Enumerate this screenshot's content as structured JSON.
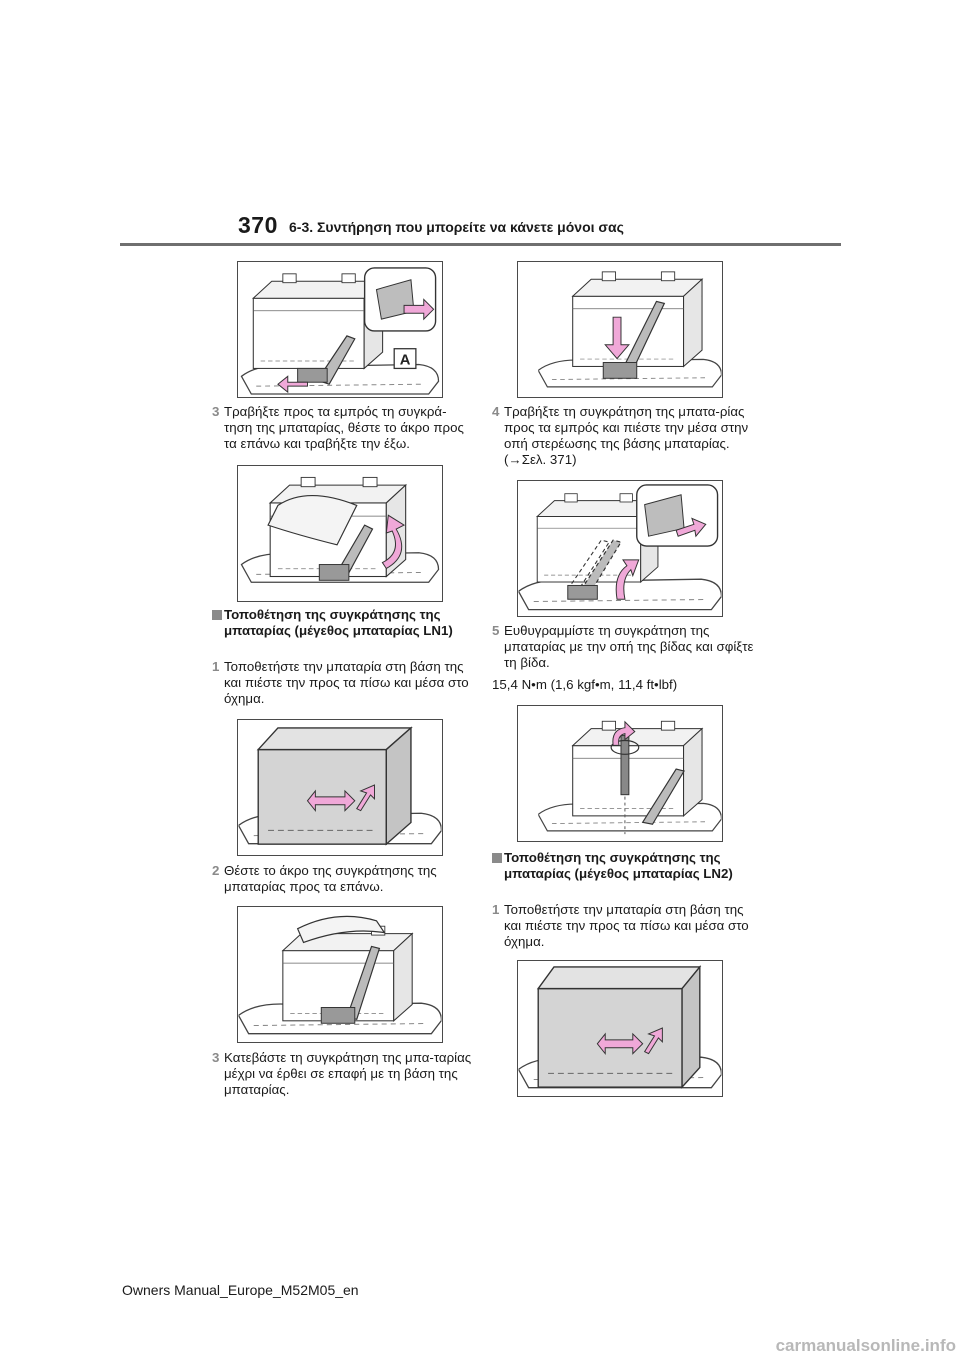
{
  "header": {
    "page_number": "370",
    "section_title": "6-3. Συντήρηση που μπορείτε να κάνετε μόνοι σας"
  },
  "figures": {
    "fig1_label": "A"
  },
  "left": {
    "step3a": {
      "num": "3",
      "text": "Τραβήξτε προς τα εμπρός τη συγκρά-τηση της μπαταρίας, θέστε το άκρο προς τα επάνω και τραβήξτε την έξω."
    },
    "sub_ln1": "Τοποθέτηση της συγκράτησης της μπαταρίας (μέγεθος μπαταρίας LN1)",
    "step1": {
      "num": "1",
      "text": "Τοποθετήστε την μπαταρία στη βάση της και πιέστε την προς τα πίσω και μέσα στο όχημα."
    },
    "step2": {
      "num": "2",
      "text": "Θέστε το άκρο της συγκράτησης της μπαταρίας προς τα επάνω."
    },
    "step3b": {
      "num": "3",
      "text": "Κατεβάστε τη συγκράτηση της μπα-ταρίας μέχρι να έρθει σε επαφή με τη βάση της μπαταρίας."
    }
  },
  "right": {
    "step4": {
      "num": "4",
      "text": "Τραβήξτε τη συγκράτηση της μπατα-ρίας προς τα εμπρός και πιέστε την μέσα στην οπή στερέωσης της βάσης μπαταρίας. (→Σελ. 371)"
    },
    "step5": {
      "num": "5",
      "text": "Ευθυγραμμίστε τη συγκράτηση της μπαταρίας με την οπή της βίδας και σφίξτε τη βίδα."
    },
    "torque": "15,4 N•m (1,6 kgf•m, 11,4 ft•lbf)",
    "sub_ln2": "Τοποθέτηση της συγκράτησης της μπαταρίας (μέγεθος μπαταρίας LN2)",
    "step1b": {
      "num": "1",
      "text": "Τοποθετήστε την μπαταρία στη βάση της και πιέστε την προς τα πίσω και μέσα στο όχημα."
    }
  },
  "footer": {
    "manual": "Owners Manual_Europe_M52M05_en",
    "site": "carmanualsonline.info"
  },
  "colors": {
    "arrow_pink": "#f0a8d8",
    "battery_gray": "#d4d4d4",
    "step_number_gray": "#8a8a8a",
    "rule_gray": "#6f6f6f"
  }
}
